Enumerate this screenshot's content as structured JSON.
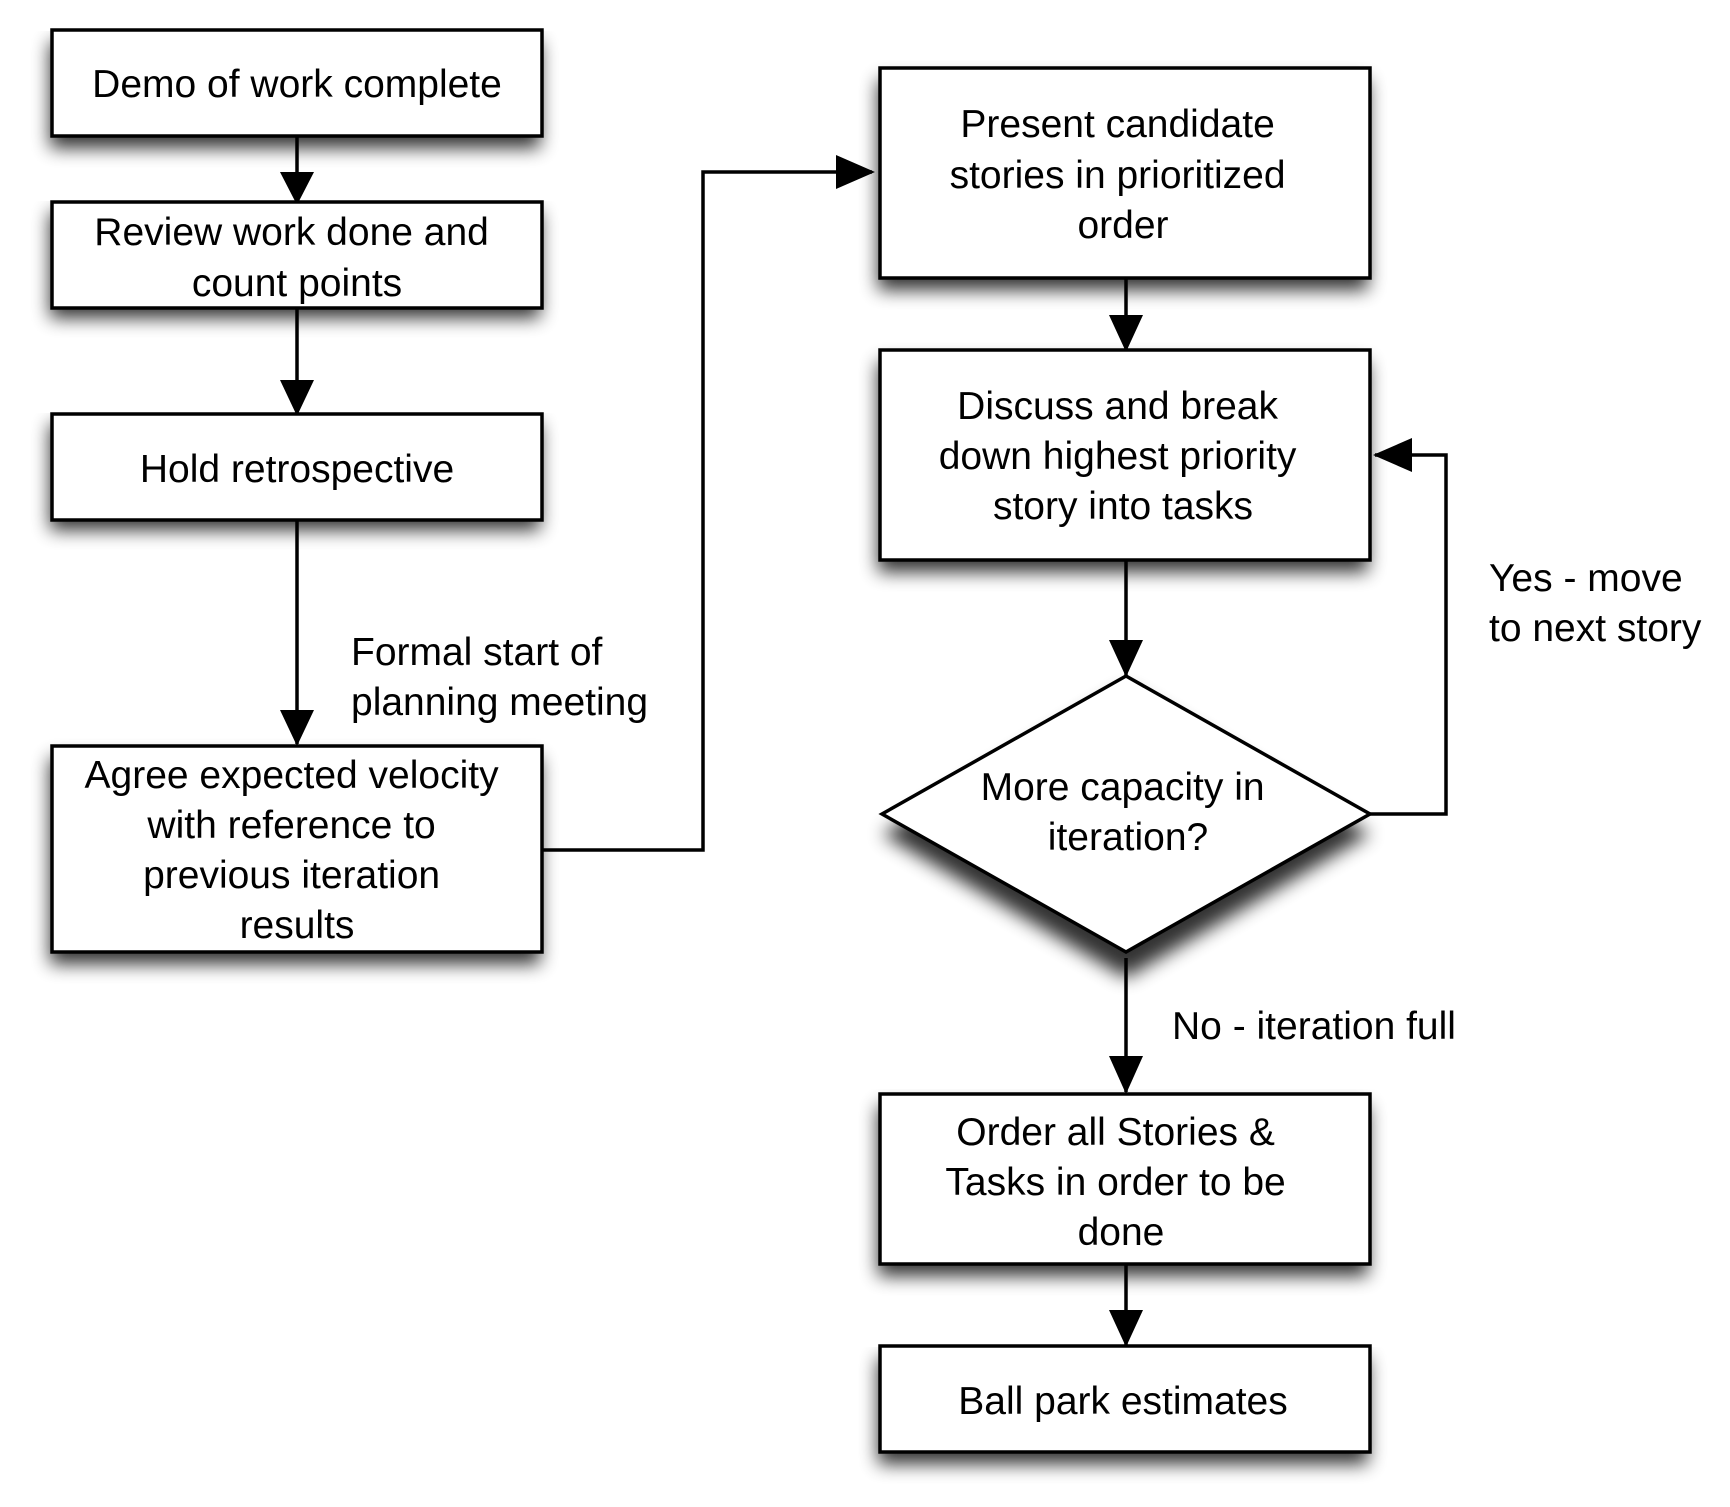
{
  "nodes": {
    "demo": {
      "lines": [
        "Demo of work complete"
      ]
    },
    "review": {
      "lines": [
        "Review work done and",
        "count points"
      ]
    },
    "retro": {
      "lines": [
        "Hold retrospective"
      ]
    },
    "velocity": {
      "lines": [
        "Agree expected velocity",
        "with reference to",
        "previous iteration",
        "results"
      ]
    },
    "present": {
      "lines": [
        "Present candidate",
        "stories in prioritized",
        "order"
      ]
    },
    "discuss": {
      "lines": [
        "Discuss and break",
        "down highest priority",
        "story into tasks"
      ]
    },
    "capacity": {
      "lines": [
        "More capacity in",
        "iteration?"
      ]
    },
    "order": {
      "lines": [
        "Order all Stories &",
        "Tasks in order to be",
        "done"
      ]
    },
    "ballpark": {
      "lines": [
        "Ball park estimates"
      ]
    }
  },
  "labels": {
    "formal_start": {
      "lines": [
        "Formal start of",
        "planning meeting"
      ]
    },
    "yes": {
      "lines": [
        "Yes - move",
        "to next story"
      ]
    },
    "no": {
      "lines": [
        "No - iteration full"
      ]
    }
  }
}
